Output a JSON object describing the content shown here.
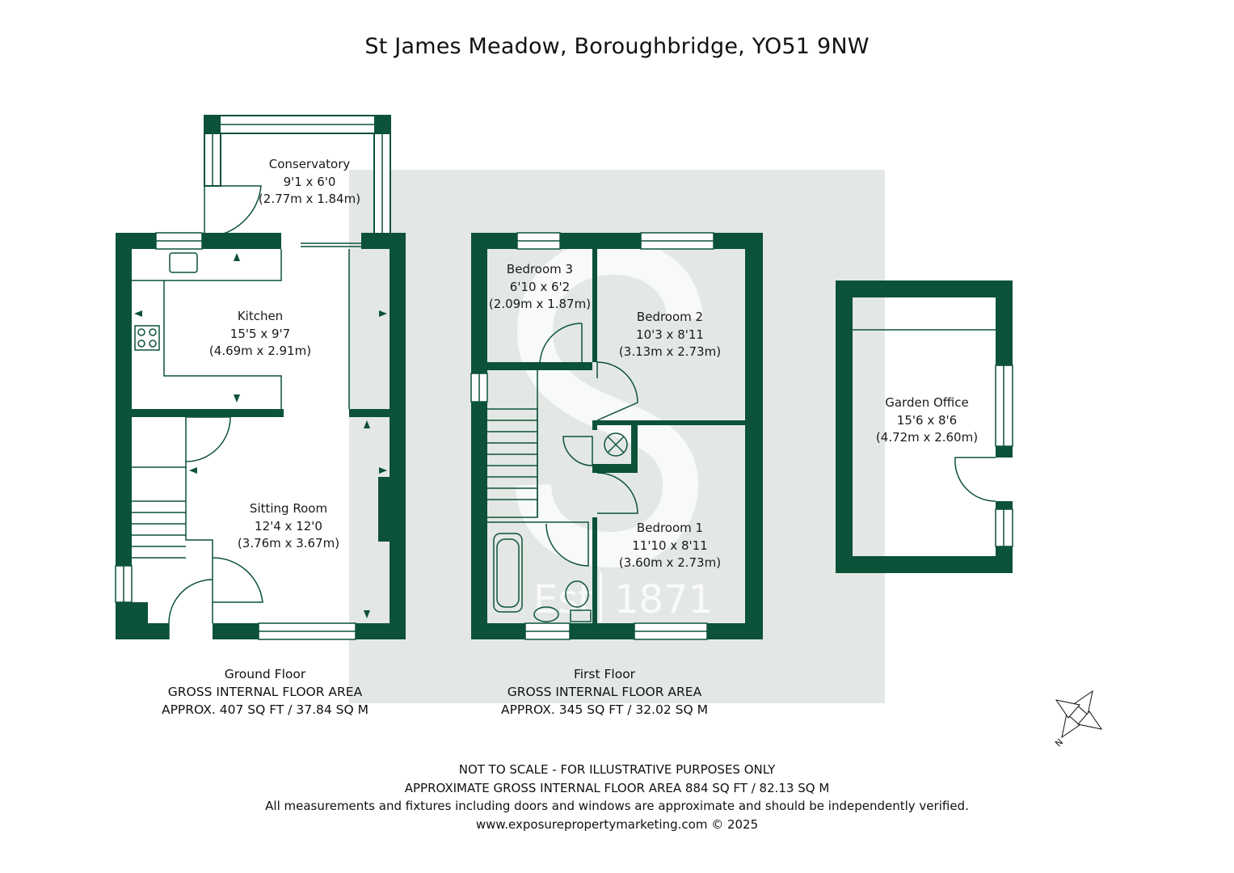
{
  "colors": {
    "wall": "#0c5238",
    "watermark": "#e3e8e5",
    "text": "#1a1a1a"
  },
  "title": "St James Meadow, Boroughbridge, YO51 9NW",
  "watermark": {
    "est": "Est",
    "year": "1871"
  },
  "rooms": {
    "conservatory": {
      "name": "Conservatory",
      "imperial": "9'1 x 6'0",
      "metric": "(2.77m x 1.84m)"
    },
    "kitchen": {
      "name": "Kitchen",
      "imperial": "15'5 x 9'7",
      "metric": "(4.69m x 2.91m)"
    },
    "sitting_room": {
      "name": "Sitting Room",
      "imperial": "12'4 x 12'0",
      "metric": "(3.76m x 3.67m)"
    },
    "bedroom3": {
      "name": "Bedroom 3",
      "imperial": "6'10 x 6'2",
      "metric": "(2.09m x 1.87m)"
    },
    "bedroom2": {
      "name": "Bedroom 2",
      "imperial": "10'3 x 8'11",
      "metric": "(3.13m x 2.73m)"
    },
    "bedroom1": {
      "name": "Bedroom 1",
      "imperial": "11'10 x 8'11",
      "metric": "(3.60m x 2.73m)"
    },
    "garden_office": {
      "name": "Garden Office",
      "imperial": "15'6 x 8'6",
      "metric": "(4.72m x 2.60m)"
    }
  },
  "floors": {
    "ground": {
      "name": "Ground Floor",
      "area_label": "GROSS INTERNAL FLOOR AREA",
      "area": "APPROX. 407 SQ FT / 37.84 SQ M"
    },
    "first": {
      "name": "First Floor",
      "area_label": "GROSS INTERNAL FLOOR AREA",
      "area": "APPROX. 345 SQ FT / 32.02 SQ M"
    }
  },
  "compass": {
    "north": "N"
  },
  "footer": {
    "line1": "NOT TO SCALE - FOR ILLUSTRATIVE PURPOSES ONLY",
    "line2": "APPROXIMATE GROSS INTERNAL FLOOR AREA 884 SQ FT / 82.13 SQ M",
    "line3": "All measurements and fixtures including doors and windows are approximate and should be independently verified.",
    "line4": "www.exposurepropertymarketing.com © 2025"
  }
}
